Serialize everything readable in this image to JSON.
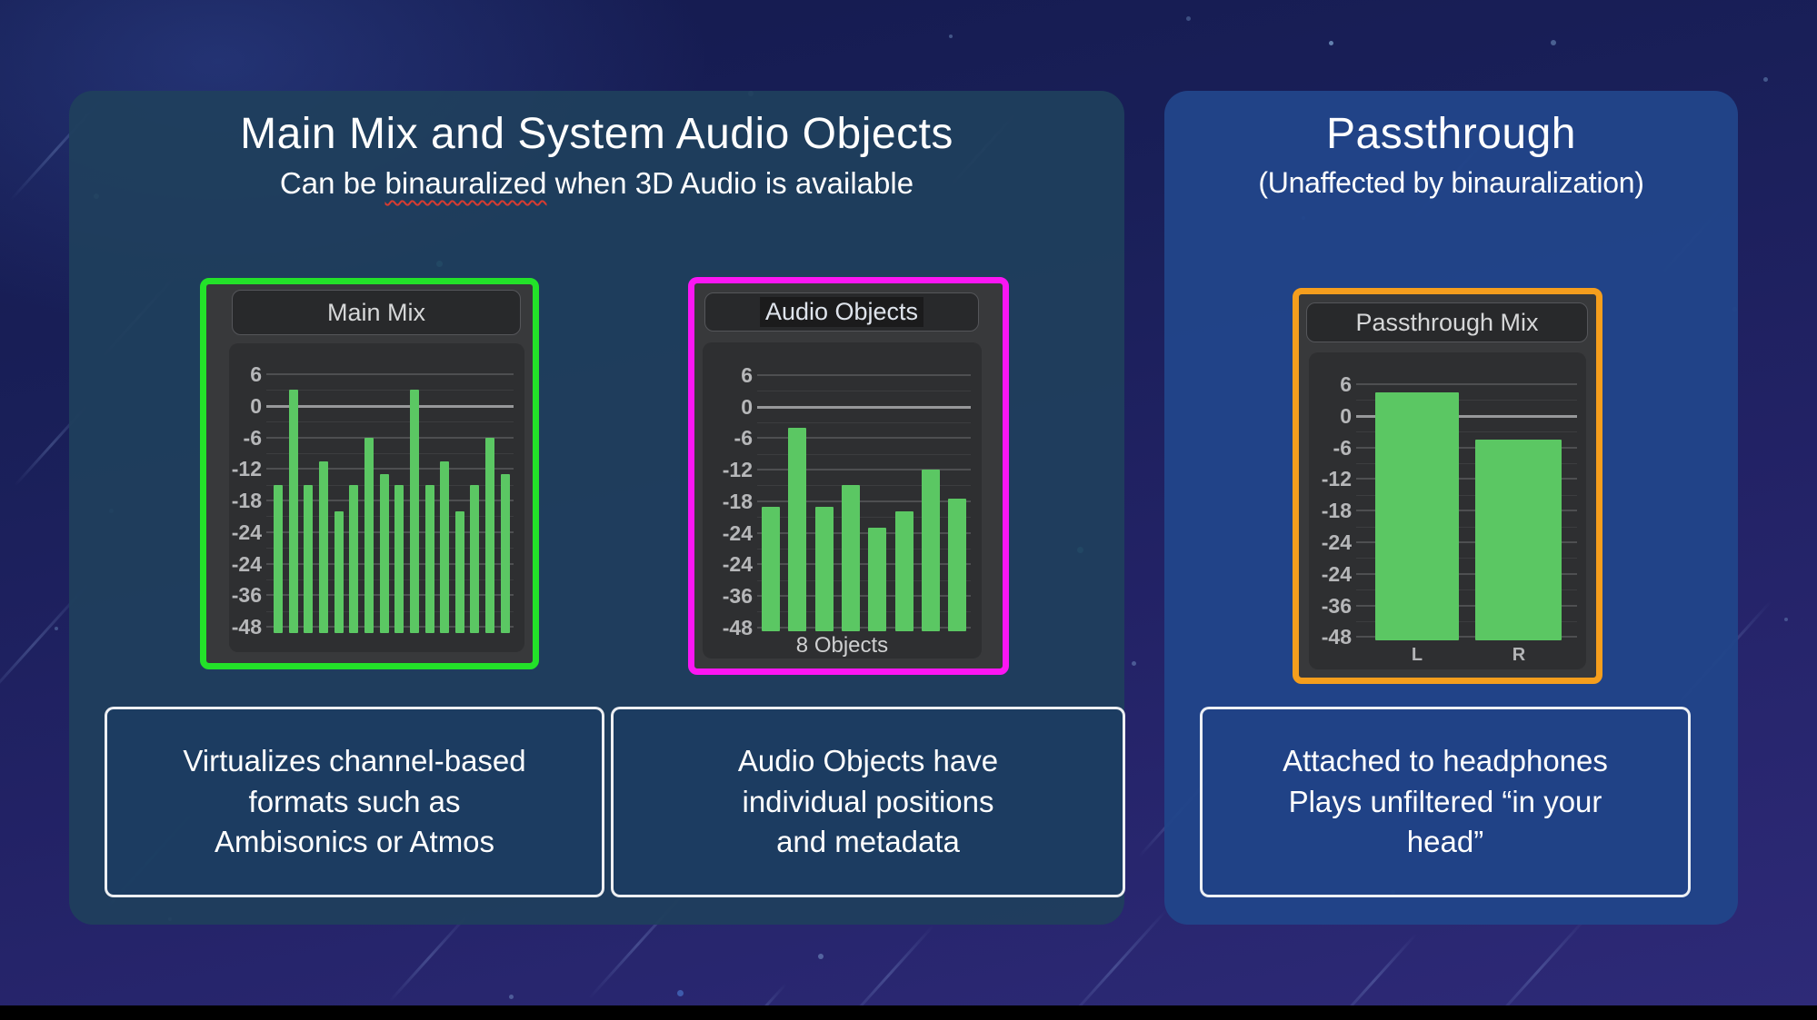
{
  "left_panel": {
    "title": "Main Mix and System Audio Objects",
    "subtitle_prefix": "Can be ",
    "subtitle_underlined": "binauralized",
    "subtitle_suffix": " when 3D Audio is available",
    "info_boxes": [
      {
        "lines": [
          "Virtualizes channel-based",
          "formats such as",
          "Ambisonics or Atmos"
        ]
      },
      {
        "lines": [
          "Audio Objects have",
          "individual positions",
          "and metadata"
        ]
      }
    ]
  },
  "right_panel": {
    "title": "Passthrough",
    "subtitle": "(Unaffected by binauralization)",
    "info_boxes": [
      {
        "lines": [
          "Attached to headphones",
          "Plays unfiltered “in your",
          "head”"
        ]
      }
    ]
  },
  "chart_data": [
    {
      "type": "bar",
      "title": "Main Mix",
      "unit": "dB",
      "tick_labels": [
        "6",
        "0",
        "-6",
        "-12",
        "-18",
        "-24",
        "-24",
        "-36",
        "-48"
      ],
      "ylim": [
        6,
        -48
      ],
      "grid": true,
      "values": [
        -15,
        3,
        -15,
        -10.5,
        -20,
        -15,
        -6,
        -13,
        -15,
        3,
        -15,
        -10.5,
        -20,
        -15,
        -6,
        -13
      ],
      "border_color": "#23e229",
      "bar_color": "#5bc763"
    },
    {
      "type": "bar",
      "title": "Audio Objects",
      "unit": "dB",
      "tick_labels": [
        "6",
        "0",
        "-6",
        "-12",
        "-18",
        "-24",
        "-24",
        "-36",
        "-48"
      ],
      "ylim": [
        6,
        -48
      ],
      "grid": true,
      "values": [
        -19,
        -4,
        -19,
        -15,
        -23,
        -20,
        -12,
        -17.5
      ],
      "footer": "8 Objects",
      "border_color": "#fb16f3",
      "bar_color": "#5bc763"
    },
    {
      "type": "bar",
      "title": "Passthrough Mix",
      "unit": "dB",
      "tick_labels": [
        "6",
        "0",
        "-6",
        "-12",
        "-18",
        "-24",
        "-24",
        "-36",
        "-48"
      ],
      "ylim": [
        6,
        -48
      ],
      "grid": true,
      "categories": [
        "L",
        "R"
      ],
      "values": [
        4.5,
        -4.5
      ],
      "border_color": "#f59e1d",
      "bar_color": "#5bc763"
    }
  ],
  "colors": {
    "background_top": "#141a4e",
    "background_bottom": "#2e2a78",
    "left_panel": "#1f405c",
    "right_panel": "#214589",
    "meter_bg": "#38393b",
    "meter_graph_panel": "#2e2f31",
    "meter_title_bg": "#28292b",
    "bar_green": "#5bc763",
    "main_mix_border": "#23e229",
    "audio_objects_border": "#fb16f3",
    "passthrough_border": "#f59e1d",
    "squiggle_red": "#d93b30"
  }
}
